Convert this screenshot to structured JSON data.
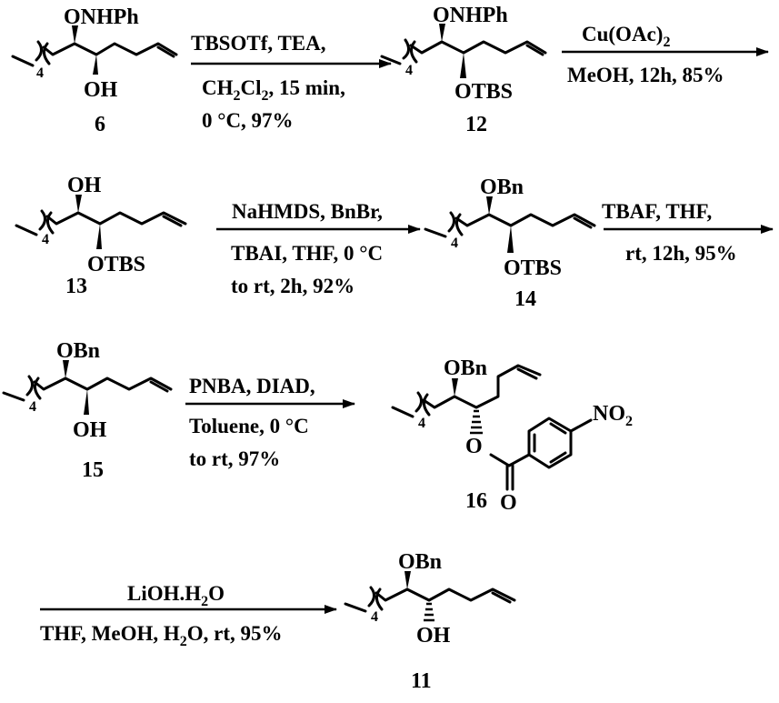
{
  "compounds": {
    "c6": {
      "number": "6",
      "top_label": "ONHPh",
      "bottom_label": "OH",
      "chain_count": "4"
    },
    "c12": {
      "number": "12",
      "top_label": "ONHPh",
      "bottom_label": "OTBS",
      "chain_count": "4"
    },
    "c13": {
      "number": "13",
      "top_label": "OH",
      "bottom_label": "OTBS",
      "chain_count": "4"
    },
    "c14": {
      "number": "14",
      "top_label": "OBn",
      "bottom_label": "OTBS",
      "chain_count": "4"
    },
    "c15": {
      "number": "15",
      "top_label": "OBn",
      "bottom_label": "OH",
      "chain_count": "4"
    },
    "c16": {
      "number": "16",
      "top_label": "OBn",
      "ester_o": "O",
      "carbonyl_o": "O",
      "nitro": "NO",
      "nitro_sub": "2",
      "chain_count": "4"
    },
    "c11": {
      "number": "11",
      "top_label": "OBn",
      "bottom_label": "OH",
      "chain_count": "4"
    }
  },
  "conditions": {
    "step1": {
      "line1": "TBSOTf, TEA,",
      "line2_pre": "CH",
      "line2_sub1": "2",
      "line2_mid": "Cl",
      "line2_sub2": "2",
      "line2_post": ", 15 min,",
      "line3": "0 °C, 97%"
    },
    "step2": {
      "line1_pre": "Cu(OAc)",
      "line1_sub": "2",
      "line2": "MeOH, 12h, 85%"
    },
    "step3": {
      "line1": "NaHMDS, BnBr,",
      "line2": "TBAI, THF, 0 °C",
      "line3": "to rt, 2h, 92%"
    },
    "step4": {
      "line1": "TBAF, THF,",
      "line2": "rt, 12h, 95%"
    },
    "step5": {
      "line1": "PNBA, DIAD,",
      "line2": "Toluene, 0 °C",
      "line3": "to rt, 97%"
    },
    "step6": {
      "line1_pre": "LiOH.H",
      "line1_sub": "2",
      "line1_post": "O",
      "line2_pre": "THF, MeOH, H",
      "line2_sub": "2",
      "line2_post": "O, rt, 95%"
    }
  }
}
